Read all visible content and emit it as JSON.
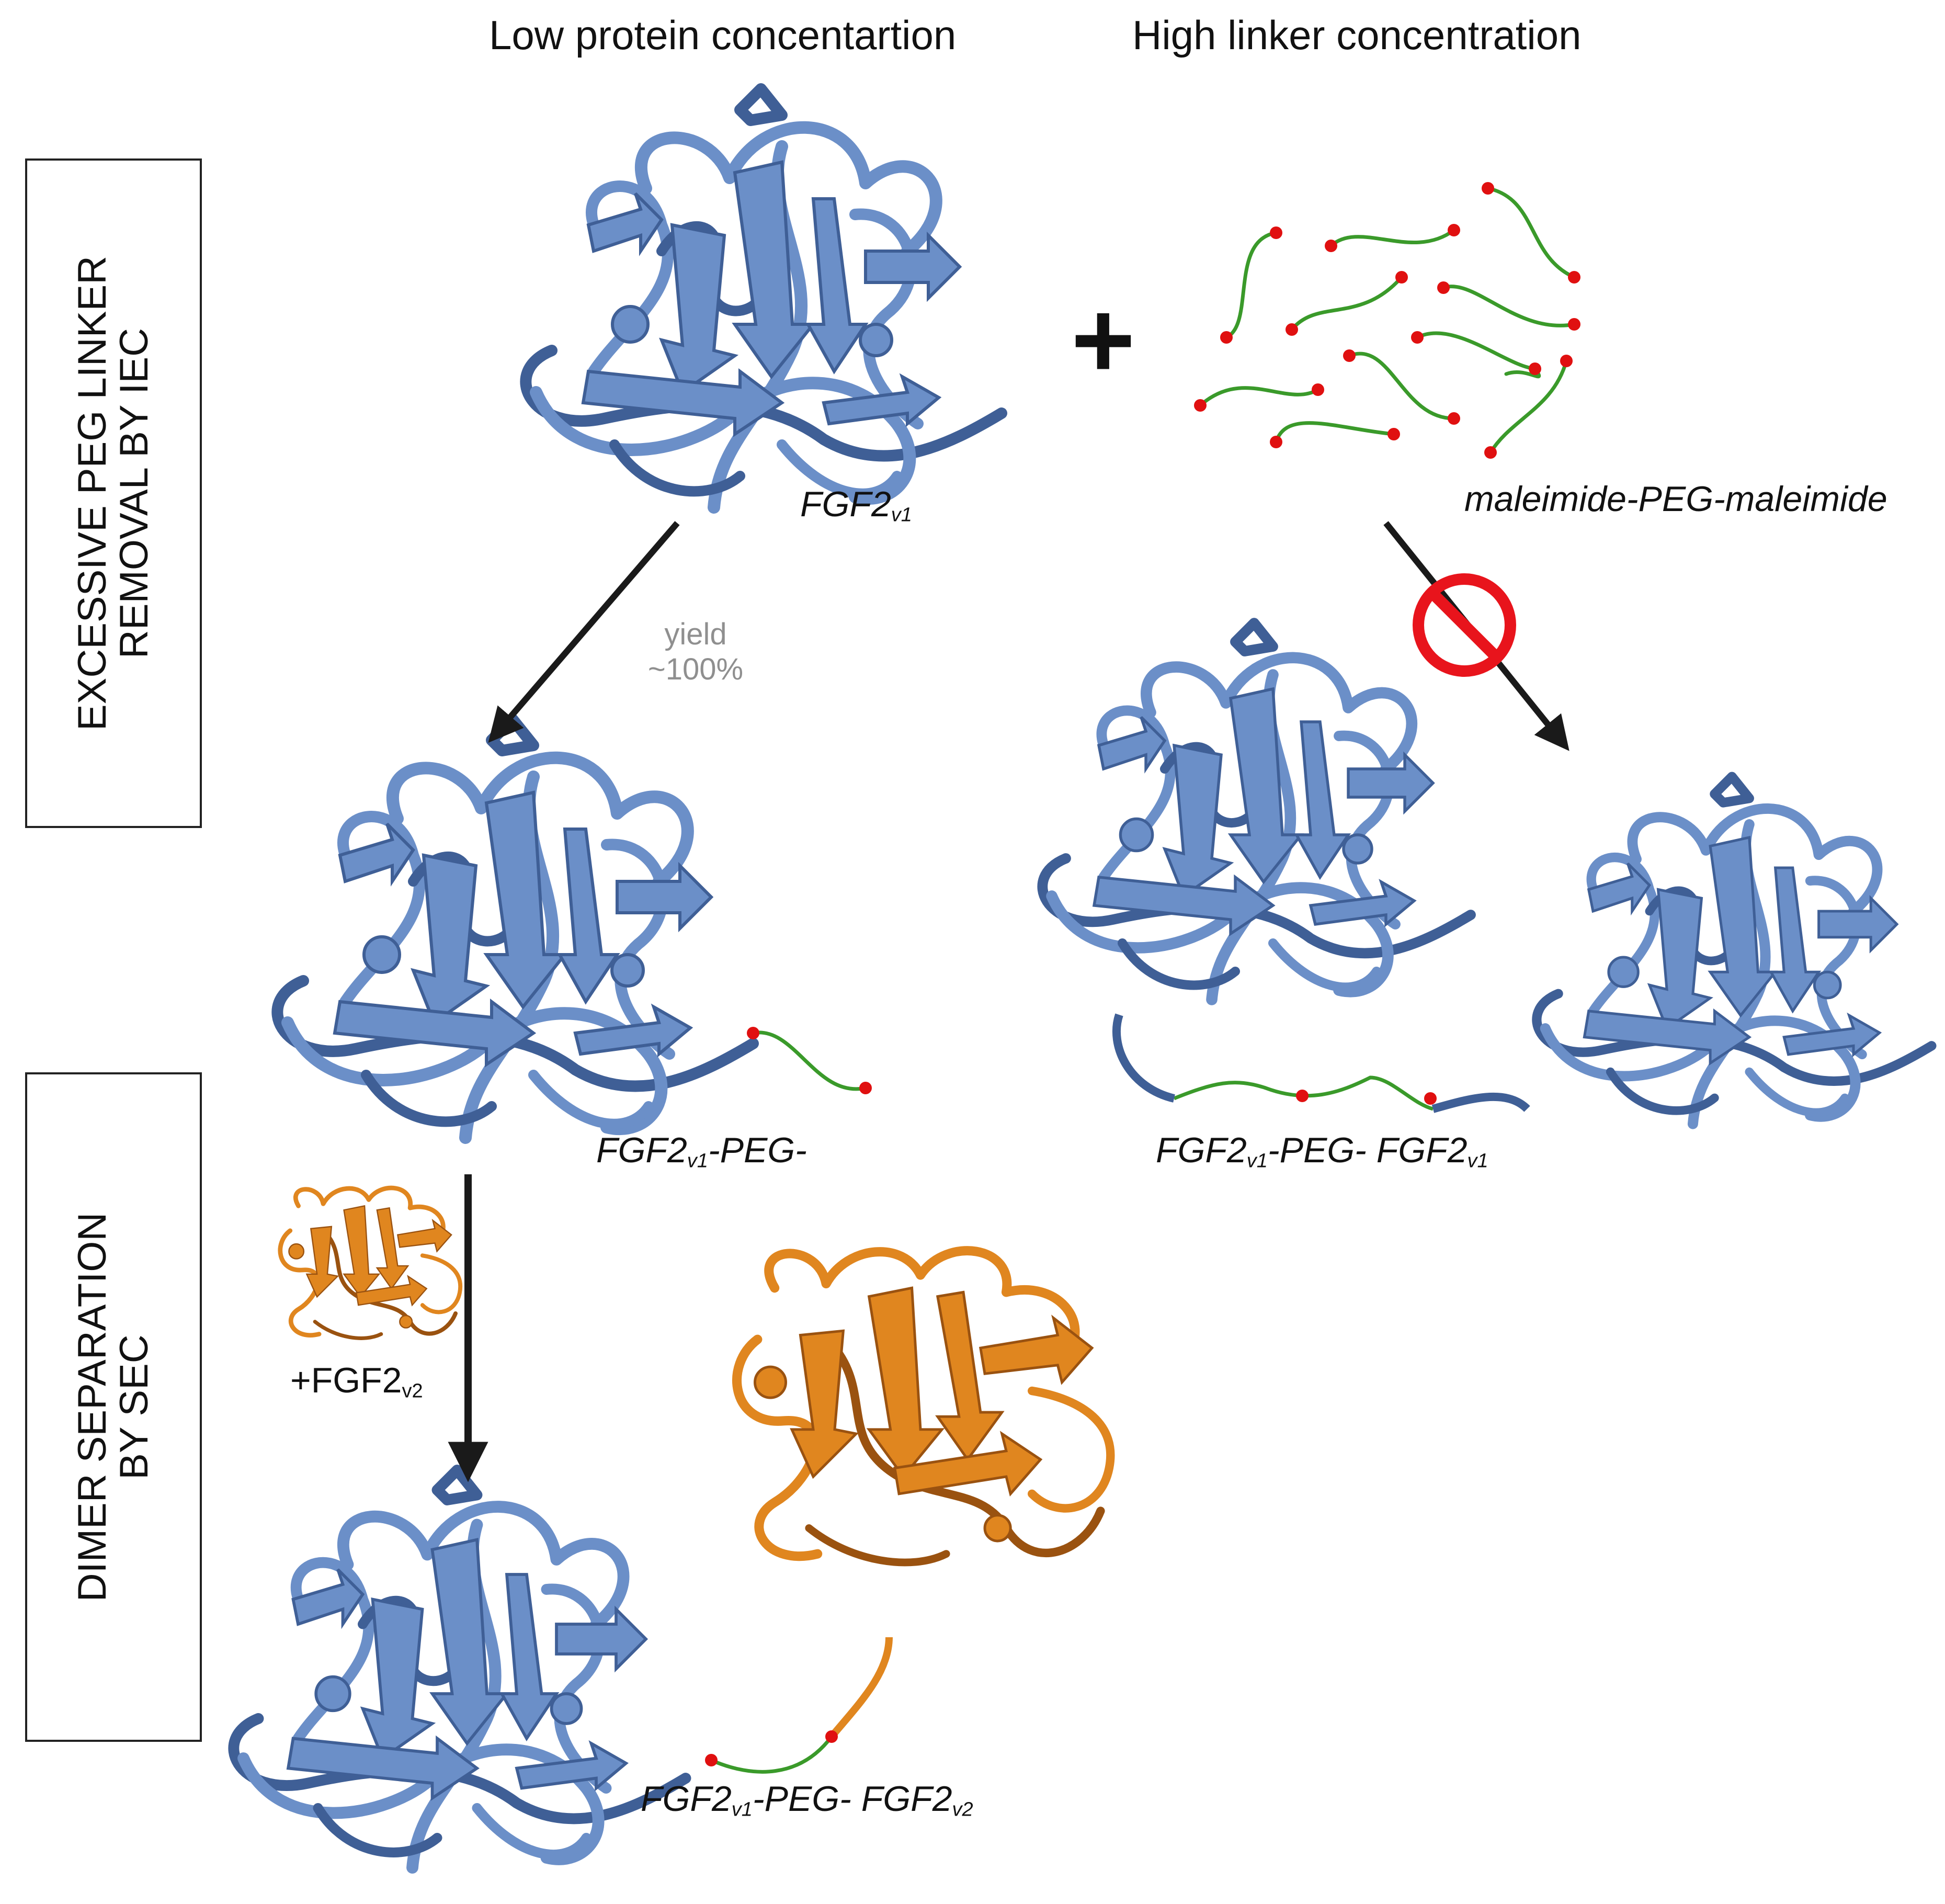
{
  "headers": {
    "left": "Low protein concentartion",
    "right": "High linker concentration"
  },
  "side_boxes": {
    "top": [
      "EXCESSIVE PEG LINKER",
      "REMOVAL BY IEC"
    ],
    "bottom": [
      "DIMER SEPARATION",
      "BY SEC"
    ]
  },
  "labels": {
    "fgf2_v1": {
      "main": "FGF2",
      "sub": "v1"
    },
    "linker": "maleimide-PEG-maleimide",
    "mono": {
      "main": "FGF2",
      "sub": "v1",
      "suffix": "-PEG-"
    },
    "homodimer": {
      "p1": "FGF2",
      "s1": "v1",
      "mid": "-PEG- FGF2",
      "s2": "v1"
    },
    "add_v2": {
      "main": "+FGF2",
      "sub": "v2"
    },
    "heterodimer": {
      "p1": "FGF2",
      "s1": "v1",
      "mid": "-PEG- FGF2",
      "s2": "v2"
    }
  },
  "yield": {
    "line1": "yield",
    "line2": "~100%"
  },
  "plus_sign": "+",
  "colors": {
    "protein_v1": "#6b8fc8",
    "protein_v1_dark": "#3f5f96",
    "protein_v2": "#e0861f",
    "protein_v2_dark": "#9a5210",
    "peg_linker": "#3a9a2a",
    "maleimide": "#e01010",
    "arrow": "#1a1a1a",
    "prohibited": "#e8141c"
  }
}
